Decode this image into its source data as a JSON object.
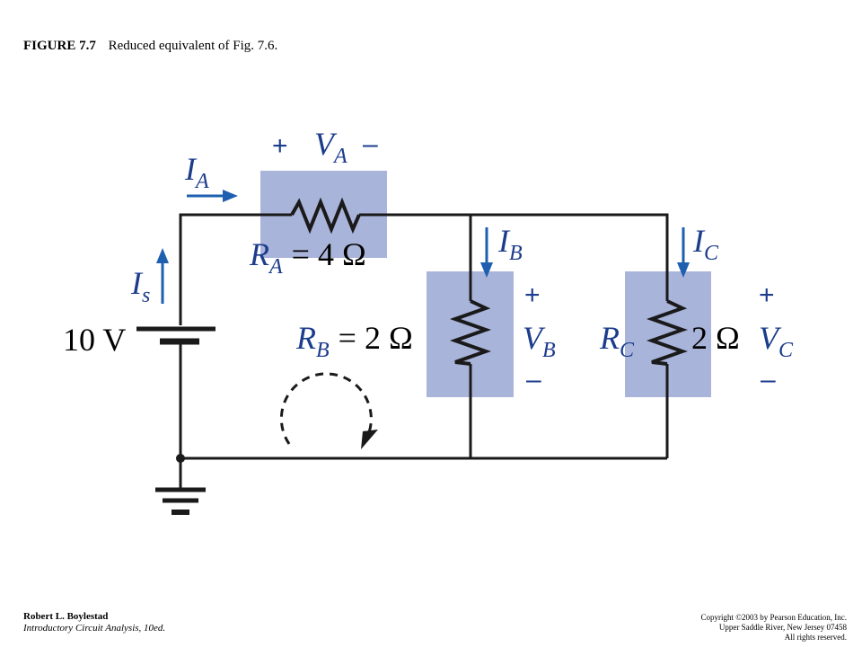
{
  "caption": {
    "figure_number": "FIGURE 7.7",
    "text": "Reduced equivalent of Fig. 7.6."
  },
  "circuit": {
    "source": {
      "value": "10 V",
      "current_label": "I",
      "current_sub": "s"
    },
    "resistor_a": {
      "name": "R",
      "sub": "A",
      "value": "= 4 Ω",
      "current_label": "I",
      "current_sub": "A",
      "voltage_label": "V",
      "voltage_sub": "A",
      "plus": "+",
      "minus": "–"
    },
    "resistor_b": {
      "name": "R",
      "sub": "B",
      "value": "= 2 Ω",
      "current_label": "I",
      "current_sub": "B",
      "voltage_label": "V",
      "voltage_sub": "B",
      "plus": "+",
      "minus": "–"
    },
    "resistor_c": {
      "name": "R",
      "sub": "C",
      "value": "2 Ω",
      "current_label": "I",
      "current_sub": "C",
      "voltage_label": "V",
      "voltage_sub": "C",
      "plus": "+",
      "minus": "–"
    }
  },
  "colors": {
    "highlight": "#a9b4da",
    "wire": "#1a1a1a",
    "arrow": "#1f5fb0",
    "label": "#1c3c8c"
  },
  "footer": {
    "author": "Robert L. Boylestad",
    "book": "Introductory Circuit Analysis, 10ed.",
    "copyright_lines": [
      "Copyright ©2003 by Pearson Education, Inc.",
      "Upper Saddle River, New Jersey 07458",
      "All rights reserved."
    ]
  }
}
